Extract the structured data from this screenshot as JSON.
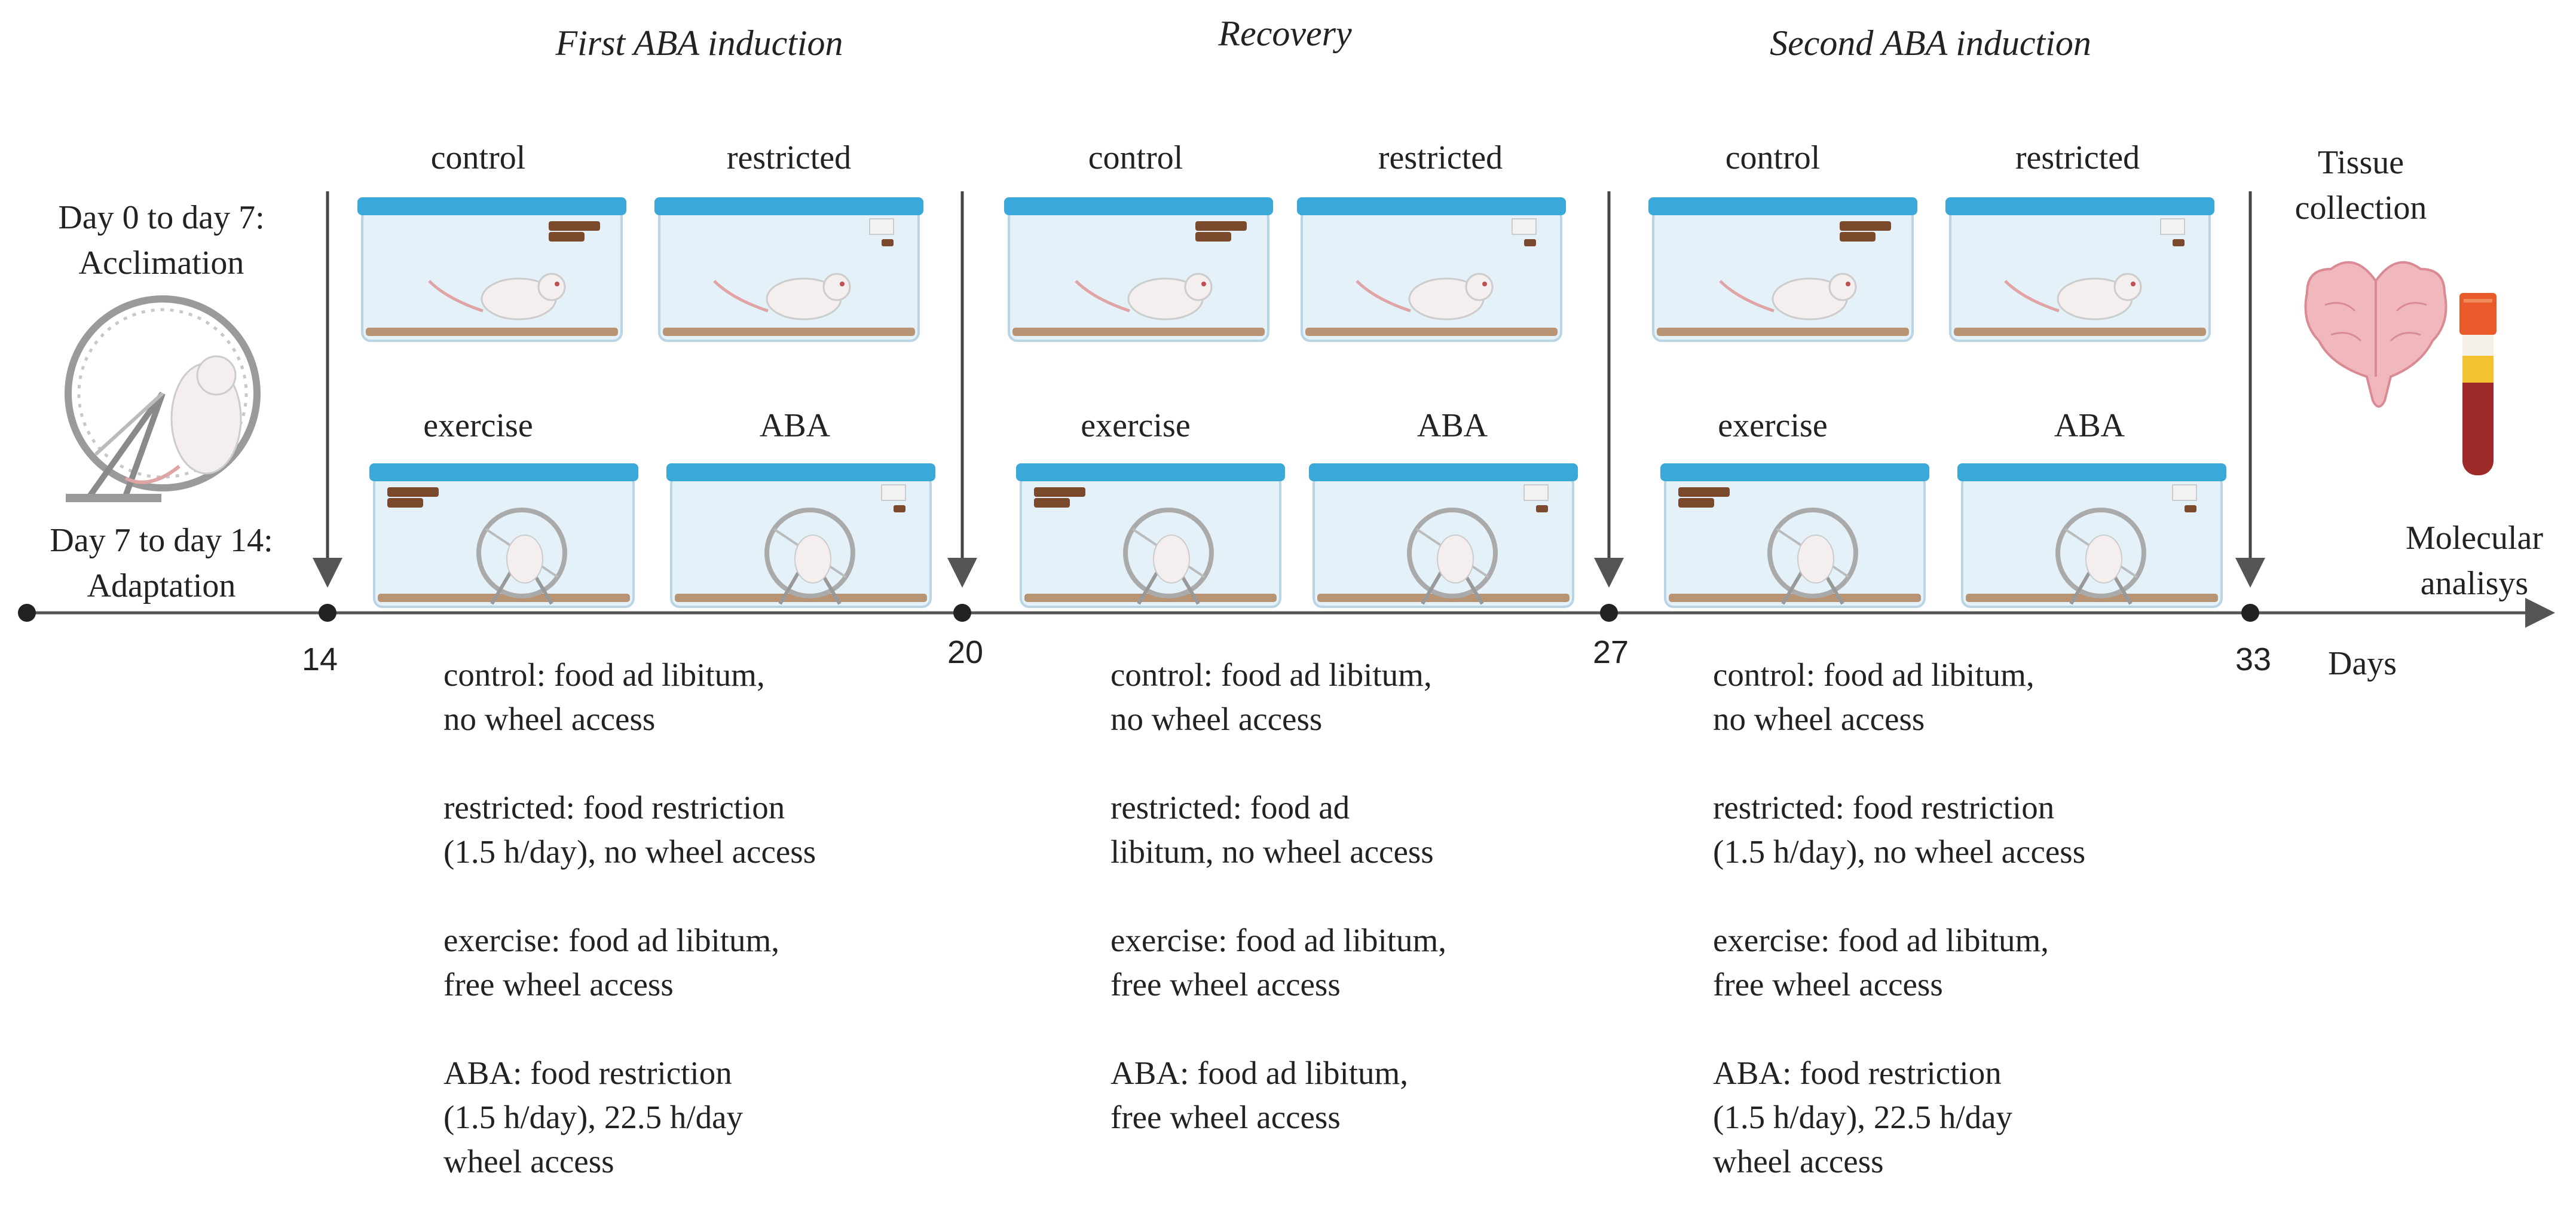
{
  "colors": {
    "cage_lid": "#3aa8d8",
    "cage_body": "#e4f1f8",
    "bedding": "#b89474",
    "food": "#7b4a2c",
    "rat": "#f4eeee",
    "tail": "#e0a4a4",
    "brain": "#f0b8bc",
    "tube_cap": "#e85a2a",
    "tube_blood": "#9e2a2a",
    "tube_serum": "#f2c230",
    "timeline": "#555555"
  },
  "phases": [
    {
      "title": "First ABA induction"
    },
    {
      "title": "Recovery"
    },
    {
      "title": "Second ABA induction"
    }
  ],
  "groups": [
    "control",
    "restricted",
    "exercise",
    "ABA"
  ],
  "pre": {
    "acclimation": "Day 0 to day 7:\nAcclimation",
    "adaptation": "Day 7 to day 14:\nAdaptation"
  },
  "post": {
    "tissue": "Tissue\ncollection",
    "molecular": "Molecular\nanalisys"
  },
  "timeline": {
    "ticks": [
      "14",
      "20",
      "27",
      "33"
    ],
    "unit": "Days"
  },
  "descriptions": [
    {
      "control": "control: food ad libitum,\nno wheel access",
      "restricted": "restricted: food restriction\n(1.5 h/day), no wheel access",
      "exercise": "exercise: food ad libitum,\nfree wheel access",
      "aba": "ABA: food restriction\n(1.5 h/day), 22.5 h/day\nwheel access"
    },
    {
      "control": "control: food ad libitum,\nno wheel access",
      "restricted": "restricted: food ad\nlibitum, no wheel access",
      "exercise": "exercise: food ad libitum,\nfree wheel access",
      "aba": "ABA: food ad libitum,\nfree wheel access"
    },
    {
      "control": "control: food ad libitum,\nno wheel access",
      "restricted": "restricted: food restriction\n(1.5 h/day), no wheel access",
      "exercise": "exercise: food ad libitum,\nfree wheel access",
      "aba": "ABA: food restriction\n(1.5 h/day), 22.5 h/day\nwheel access"
    }
  ]
}
